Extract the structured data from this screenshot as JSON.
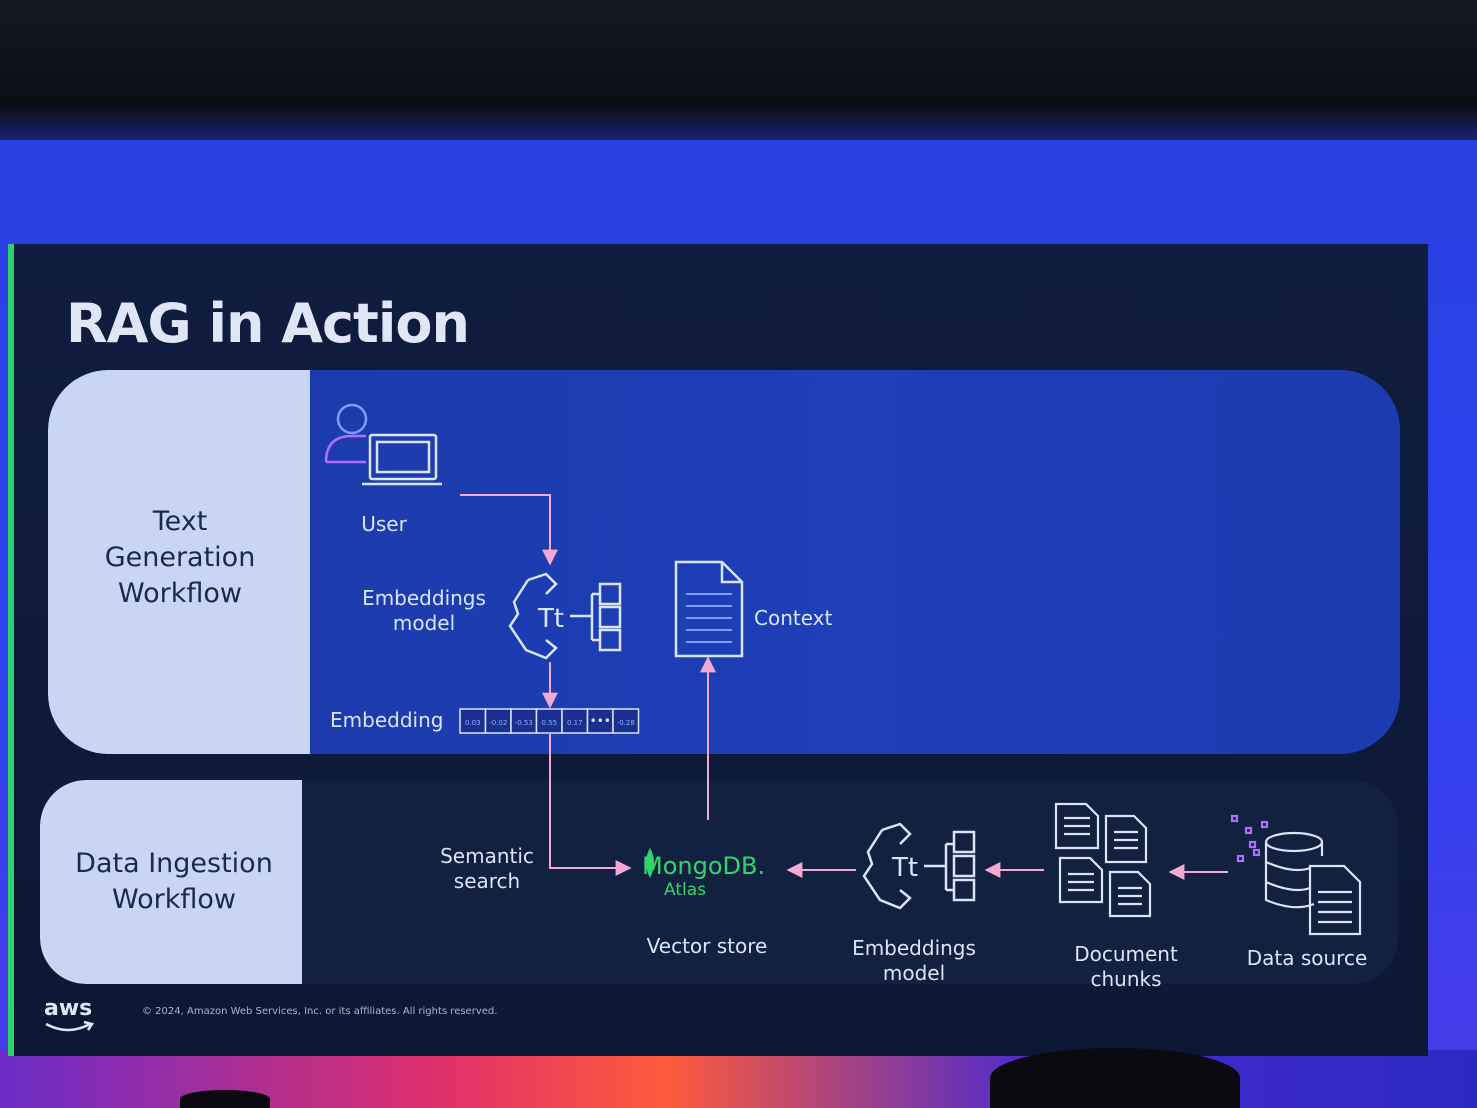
{
  "slide": {
    "title": "RAG in Action",
    "footer": "© 2024, Amazon Web Services, Inc. or its affiliates. All rights reserved.",
    "logo_text": "aws"
  },
  "text_workflow": {
    "label_line1": "Text",
    "label_line2": "Generation",
    "label_line3": "Workflow",
    "user": "User",
    "embeddings_model_line1": "Embeddings",
    "embeddings_model_line2": "model",
    "context": "Context",
    "embedding": "Embedding",
    "vector_cells": [
      "0.03",
      "-0.02",
      "-0.53",
      "0.55",
      "0.17",
      "•••",
      "-0.28"
    ]
  },
  "ingest_workflow": {
    "label_line1": "Data Ingestion",
    "label_line2": "Workflow",
    "semantic_line1": "Semantic",
    "semantic_line2": "search",
    "mongodb": "MongoDB.",
    "atlas": "Atlas",
    "vector_store": "Vector store",
    "embeddings_model_line1": "Embeddings",
    "embeddings_model_line2": "model",
    "document_chunks": "Document chunks",
    "data_source": "Data source"
  },
  "colors": {
    "arrow": "#f2a9d3",
    "mongo_green": "#32d46e",
    "icon_stroke": "#dbe4f7",
    "user_accent": "#b46cff"
  }
}
